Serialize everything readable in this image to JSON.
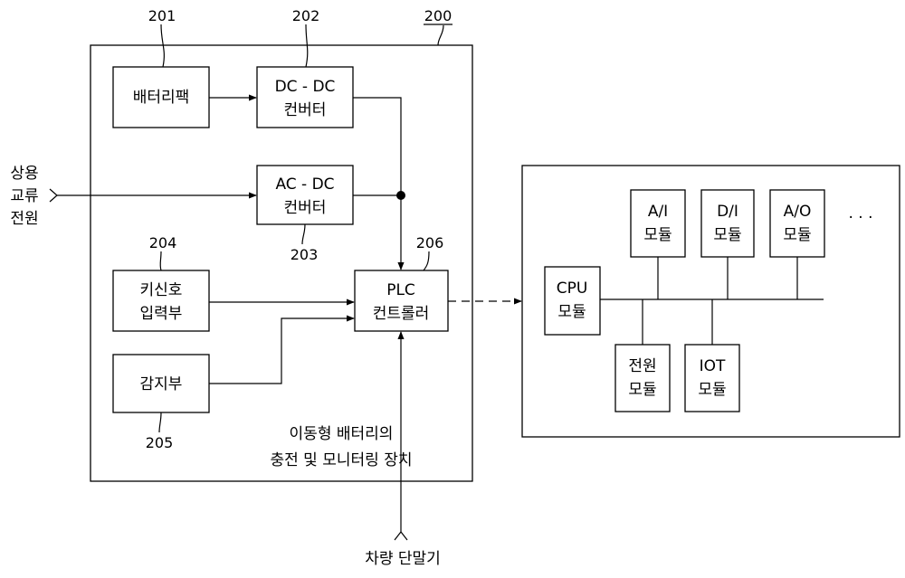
{
  "blocks": {
    "battery": {
      "label": "배터리팩",
      "ref": "201"
    },
    "dcdc": {
      "line1": "DC - DC",
      "line2": "컨버터",
      "ref": "202"
    },
    "acdc": {
      "line1": "AC - DC",
      "line2": "컨버터",
      "ref": "203"
    },
    "keysignal": {
      "line1": "키신호",
      "line2": "입력부",
      "ref": "204"
    },
    "sensor": {
      "label": "감지부",
      "ref": "205"
    },
    "plc": {
      "line1": "PLC",
      "line2": "컨트롤러",
      "ref": "206"
    }
  },
  "device": {
    "ref": "200",
    "caption_line1": "이동형 배터리의",
    "caption_line2": "충전 및 모니터링 장치"
  },
  "ac_source": {
    "line1": "상용",
    "line2": "교류",
    "line3": "전원"
  },
  "vehicle_terminal": "차량 단말기",
  "plc_system": {
    "cpu": {
      "line1": "CPU",
      "line2": "모듈"
    },
    "ai": {
      "line1": "A/I",
      "line2": "모듈"
    },
    "di": {
      "line1": "D/I",
      "line2": "모듈"
    },
    "ao": {
      "line1": "A/O",
      "line2": "모듈"
    },
    "power": {
      "line1": "전원",
      "line2": "모듈"
    },
    "iot": {
      "line1": "IOT",
      "line2": "모듈"
    },
    "more": "· · ·"
  }
}
